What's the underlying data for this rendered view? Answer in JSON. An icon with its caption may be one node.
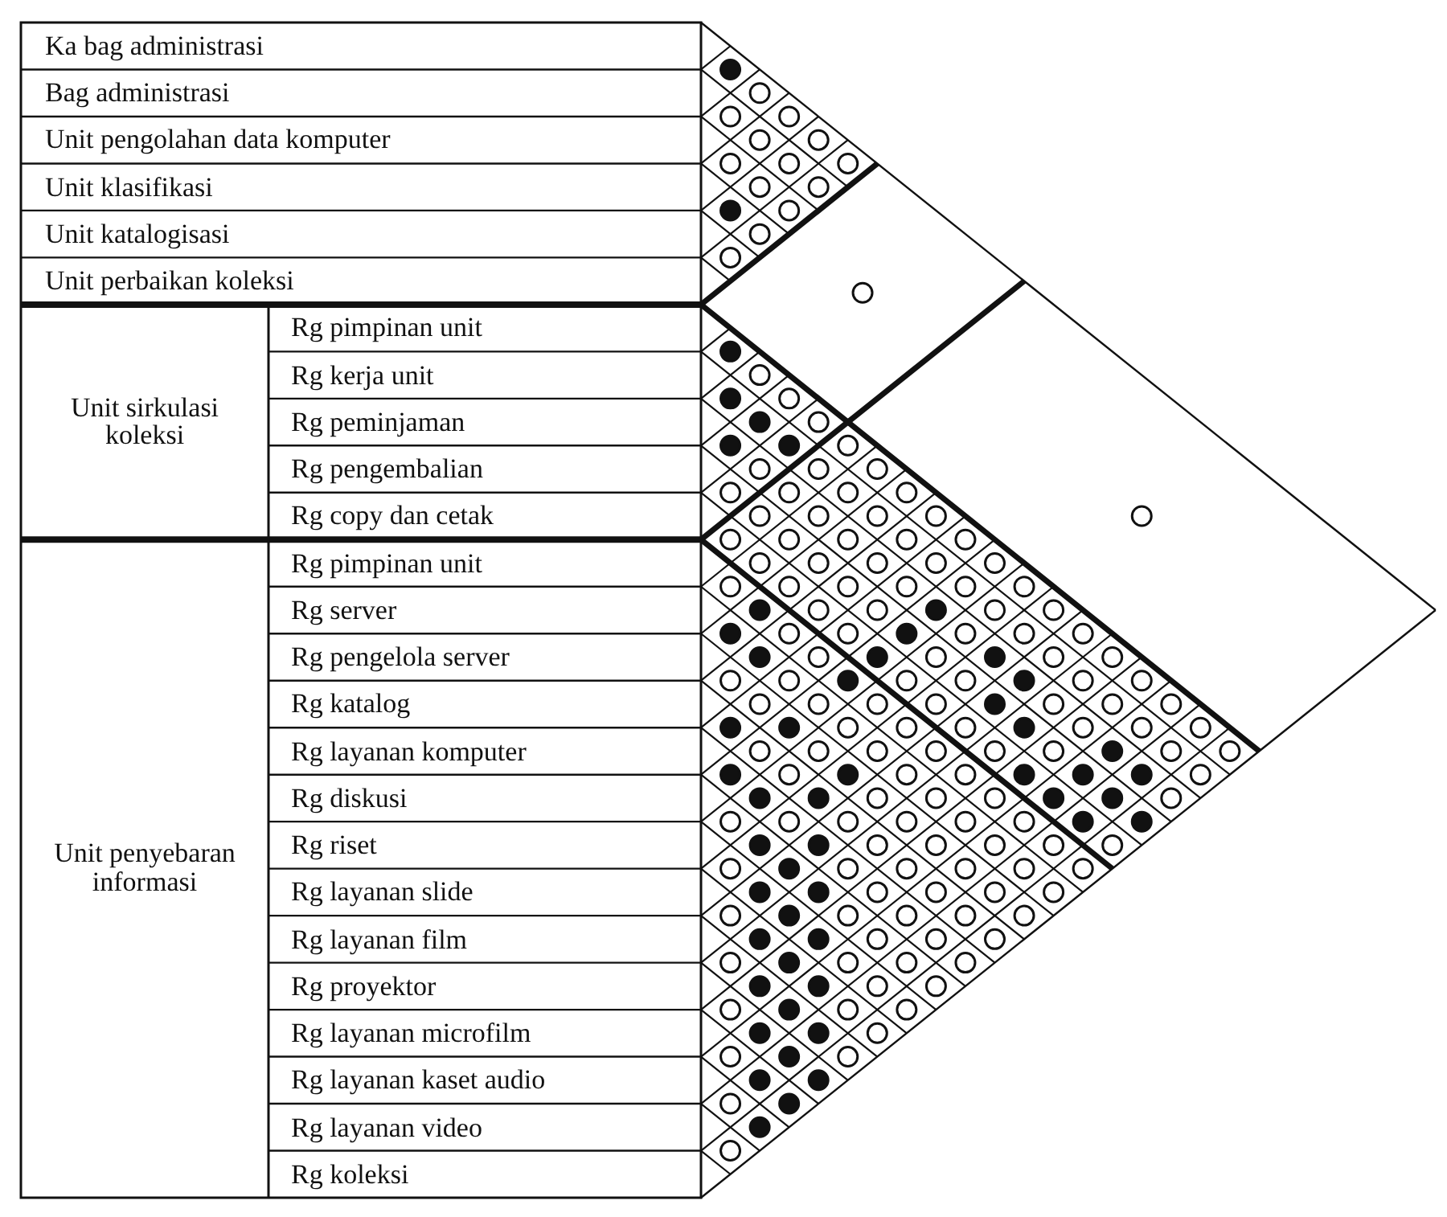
{
  "diagram": {
    "labels": [
      "Ka bag administrasi",
      "Bag administrasi",
      "Unit pengolahan data komputer",
      "Unit klasifikasi",
      "Unit katalogisasi",
      "Unit perbaikan koleksi",
      "Unit sirkulasi koleksi",
      "Rg pimpinan unit",
      "Rg kerja unit",
      "Rg peminjaman",
      "Rg pengembalian",
      "Rg copy dan cetak",
      "Unit penyebaran informasi",
      "Rg pimpinan unit",
      "Rg server",
      "Rg pengelola server",
      "Rg katalog",
      "Rg layanan komputer",
      "Rg diskusi",
      "Rg riset",
      "Rg layanan slide",
      "Rg layanan film",
      "Rg proyektor",
      "Rg layanan microfilm",
      "Rg layanan kaset audio",
      "Rg layanan video",
      "Rg koleksi"
    ]
  }
}
